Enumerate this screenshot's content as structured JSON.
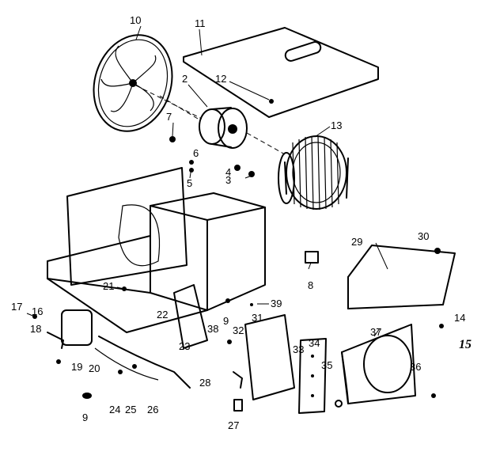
{
  "diagram": {
    "callouts": [
      {
        "id": "10",
        "text": "10"
      },
      {
        "id": "11",
        "text": "11"
      },
      {
        "id": "2",
        "text": "2"
      },
      {
        "id": "12",
        "text": "12"
      },
      {
        "id": "7",
        "text": "7"
      },
      {
        "id": "13",
        "text": "13"
      },
      {
        "id": "6",
        "text": "6"
      },
      {
        "id": "5",
        "text": "5"
      },
      {
        "id": "4",
        "text": "4"
      },
      {
        "id": "3",
        "text": "3"
      },
      {
        "id": "29",
        "text": "29"
      },
      {
        "id": "30",
        "text": "30"
      },
      {
        "id": "8",
        "text": "8"
      },
      {
        "id": "21",
        "text": "21"
      },
      {
        "id": "39",
        "text": "39"
      },
      {
        "id": "17",
        "text": "17"
      },
      {
        "id": "16",
        "text": "16"
      },
      {
        "id": "22",
        "text": "22"
      },
      {
        "id": "9a",
        "text": "9"
      },
      {
        "id": "31",
        "text": "31"
      },
      {
        "id": "14",
        "text": "14"
      },
      {
        "id": "38",
        "text": "38"
      },
      {
        "id": "32",
        "text": "32"
      },
      {
        "id": "37",
        "text": "37"
      },
      {
        "id": "15",
        "text": "15"
      },
      {
        "id": "18",
        "text": "18"
      },
      {
        "id": "23",
        "text": "23"
      },
      {
        "id": "33",
        "text": "33"
      },
      {
        "id": "34",
        "text": "34"
      },
      {
        "id": "19",
        "text": "19"
      },
      {
        "id": "20",
        "text": "20"
      },
      {
        "id": "28",
        "text": "28"
      },
      {
        "id": "24",
        "text": "24"
      },
      {
        "id": "25",
        "text": "25"
      },
      {
        "id": "26",
        "text": "26"
      },
      {
        "id": "9b",
        "text": "9"
      },
      {
        "id": "27",
        "text": "27"
      },
      {
        "id": "35",
        "text": "35"
      },
      {
        "id": "36",
        "text": "36"
      }
    ]
  }
}
